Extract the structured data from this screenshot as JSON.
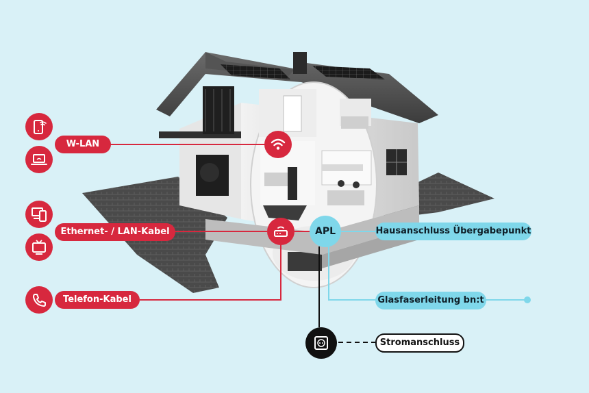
{
  "labels": {
    "wlan": "W-LAN",
    "ethernet": "Ethernet- / LAN-Kabel",
    "telefon": "Telefon-Kabel",
    "hausanschluss": "Hausanschluss Übergabepunkt",
    "glasfaser": "Glasfaserleitung bn:t",
    "strom": "Stromanschluss",
    "apl": "APL"
  },
  "colors": {
    "background": "#d9f1f7",
    "red": "#d7283e",
    "cyan": "#7fd7ea",
    "black": "#111111"
  },
  "icons": [
    "smartphone-wifi-icon",
    "laptop-icon",
    "devices-icon",
    "tv-icon",
    "phone-icon",
    "wifi-icon",
    "router-icon",
    "power-socket-icon"
  ]
}
